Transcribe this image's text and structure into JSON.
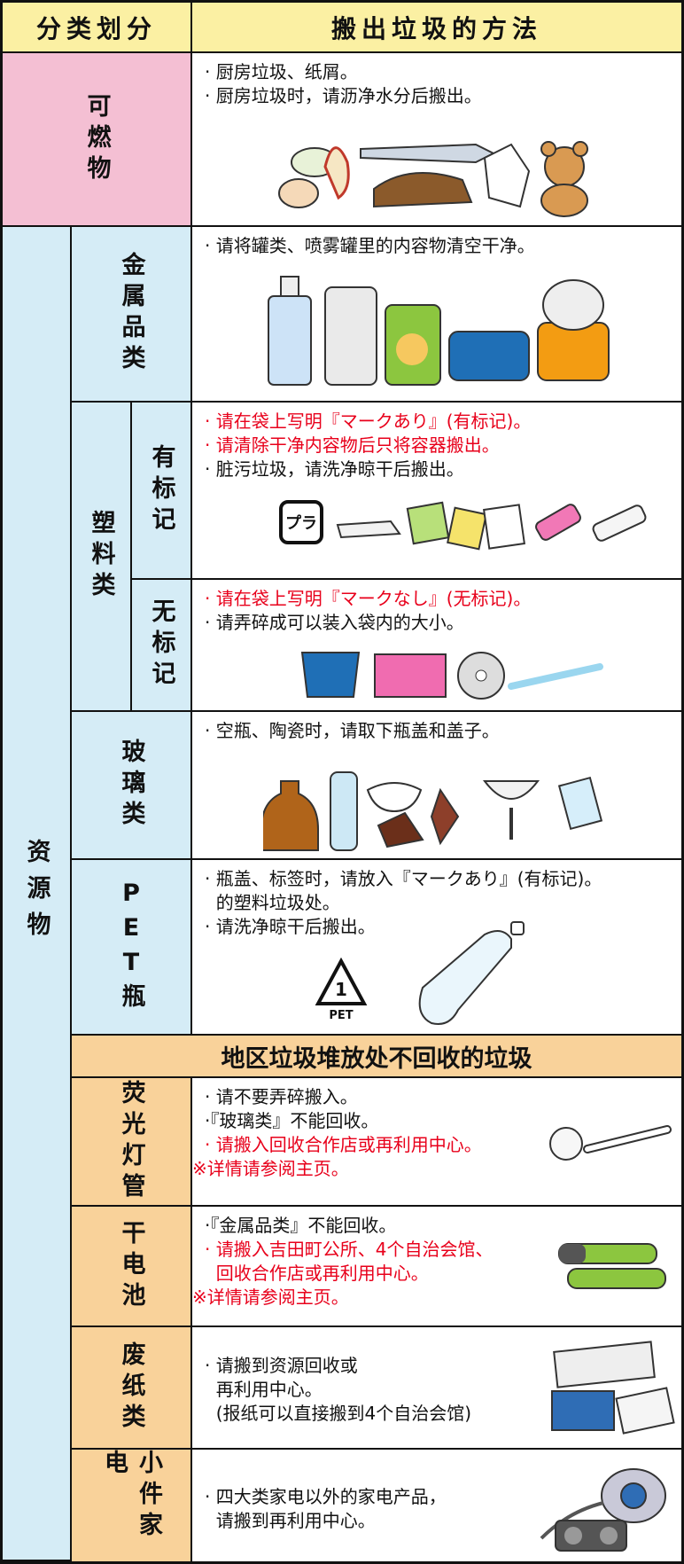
{
  "header": {
    "category": "分类划分",
    "method": "搬出垃圾的方法"
  },
  "combustible": {
    "label": "可燃物",
    "lines": [
      "· 厨房垃圾、纸屑。",
      "· 厨房垃圾时，请沥净水分后搬出。"
    ]
  },
  "resource_label": "资源物",
  "metal": {
    "label": "金属品类",
    "lines": [
      "· 请将罐类、喷雾罐里的内容物清空干净。"
    ]
  },
  "plastic": {
    "label": "塑料类",
    "marked": {
      "label": "有标记",
      "lines": [
        "· 请在袋上写明『マークあり』(有标记)。",
        "· 请清除干净内容物后只将容器搬出。",
        "· 脏污垃圾，请洗净晾干后搬出。"
      ],
      "icon_text": "プラ"
    },
    "unmarked": {
      "label": "无标记",
      "lines": [
        "· 请在袋上写明『マークなし』(无标记)。",
        "· 请弄碎成可以装入袋内的大小。"
      ]
    }
  },
  "glass": {
    "label": "玻璃类",
    "lines": [
      "· 空瓶、陶瓷时，请取下瓶盖和盖子。"
    ]
  },
  "pet": {
    "label": "PET瓶",
    "lines": [
      "· 瓶盖、标签时，请放入『マークあり』(有标记)。",
      "  的塑料垃圾处。",
      "· 请洗净晾干后搬出。"
    ],
    "symbol_number": "1",
    "symbol_text": "PET"
  },
  "not_collected_title": "地区垃圾堆放处不回收的垃圾",
  "fluorescent": {
    "label": "荧光灯管",
    "lines": [
      "· 请不要弄碎搬入。",
      "·『玻璃类』不能回收。",
      "· 请搬入回收合作店或再利用中心。",
      "※详情请参阅主页。"
    ]
  },
  "battery": {
    "label": "干电池",
    "lines": [
      "·『金属品类』不能回收。",
      "· 请搬入吉田町公所、4个自治会馆、",
      "  回收合作店或再利用中心。",
      "※详情请参阅主页。"
    ]
  },
  "paper": {
    "label": "废纸类",
    "lines": [
      "· 请搬到资源回收或",
      "  再利用中心。",
      "  (报纸可以直接搬到4个自治会馆)"
    ]
  },
  "appliance": {
    "label": "小件家电",
    "lines": [
      "· 四大类家电以外的家电产品，",
      "  请搬到再利用中心。"
    ]
  },
  "colors": {
    "pink": "#f4bfd3",
    "blue": "#d5ecf6",
    "yellow": "#fbf0a3",
    "orange": "#f9d29a",
    "red": "#e8001b"
  }
}
